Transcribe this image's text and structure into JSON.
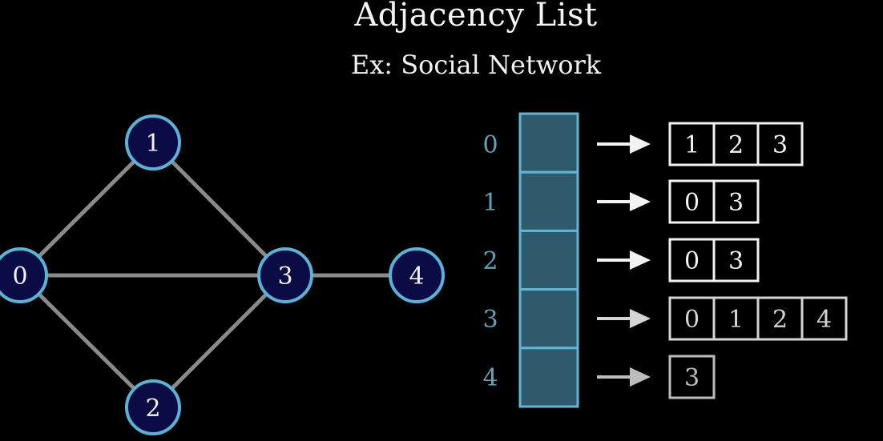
{
  "title": "Adjacency List",
  "subtitle": "Ex: Social Network",
  "colors": {
    "background": "#000000",
    "node_fill": "#0b0b45",
    "node_stroke": "#5ab3d6",
    "edge": "#8a8a8a",
    "array_fill": "#2f5a6b",
    "array_stroke": "#63b6d3",
    "index_text": "#5fa3b8",
    "list_box": "#f2f2f2"
  },
  "graph": {
    "nodes": [
      {
        "id": "0",
        "label": "0"
      },
      {
        "id": "1",
        "label": "1"
      },
      {
        "id": "2",
        "label": "2"
      },
      {
        "id": "3",
        "label": "3"
      },
      {
        "id": "4",
        "label": "4"
      }
    ],
    "edges": [
      [
        "0",
        "1"
      ],
      [
        "0",
        "2"
      ],
      [
        "0",
        "3"
      ],
      [
        "1",
        "3"
      ],
      [
        "2",
        "3"
      ],
      [
        "3",
        "4"
      ]
    ]
  },
  "adjacency": [
    {
      "index": "0",
      "neighbors": [
        "1",
        "2",
        "3"
      ]
    },
    {
      "index": "1",
      "neighbors": [
        "0",
        "3"
      ]
    },
    {
      "index": "2",
      "neighbors": [
        "0",
        "3"
      ]
    },
    {
      "index": "3",
      "neighbors": [
        "0",
        "1",
        "2",
        "4"
      ]
    },
    {
      "index": "4",
      "neighbors": [
        "3"
      ]
    }
  ]
}
